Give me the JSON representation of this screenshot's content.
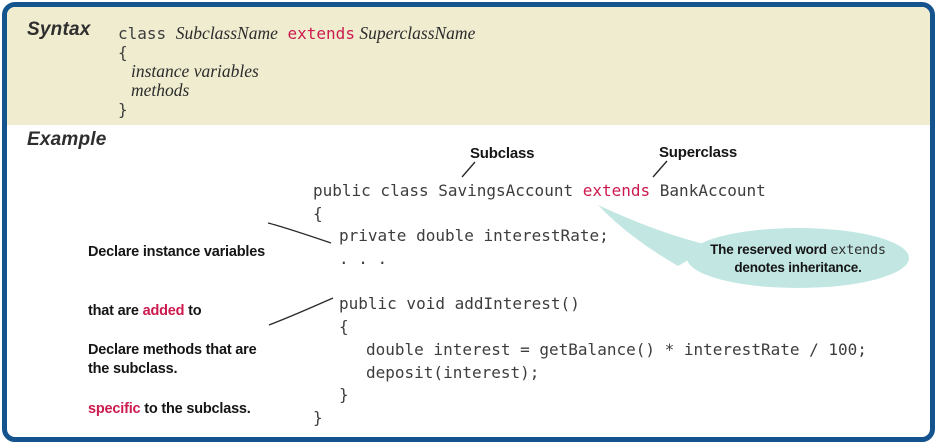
{
  "colors": {
    "frame_border": "#15538f",
    "syntax_panel_background": "#efecd0",
    "keyword_red": "#cc1a4e",
    "bubble_teal": "#c2e7e3",
    "code_text": "#3d3d3d"
  },
  "syntax_panel": {
    "label": "Syntax",
    "code": {
      "kw_class": "class ",
      "subclass_placeholder": "SubclassName",
      "separator": " ",
      "kw_extends": "extends",
      "superclass_placeholder": " SuperclassName",
      "open_brace": "{",
      "body_instance_variables": "instance variables",
      "body_methods": "methods",
      "close_brace": "}"
    }
  },
  "example_panel": {
    "label": "Example",
    "pointer_labels": {
      "subclass": "Subclass",
      "superclass": "Superclass"
    },
    "code": {
      "class_line_pre": "public class SavingsAccount ",
      "class_line_keyword": "extends",
      "class_line_post": " BankAccount",
      "open_brace": "{",
      "field_declaration": "private double interestRate;",
      "ellipsis": ". . .",
      "blank": " ",
      "method_signature": "public void addInterest()",
      "method_open_brace": "{",
      "statement_1": "double interest = getBalance() * interestRate / 100;",
      "statement_2": "deposit(interest);",
      "method_close_brace": "}",
      "class_close_brace": "}"
    },
    "annotation_instance_variables": {
      "line1": "Declare instance variables",
      "line2_pre": "that are ",
      "line2_highlight": "added",
      "line2_post": " to",
      "line3": "the subclass."
    },
    "annotation_methods": {
      "line1": "Declare methods that are",
      "line2_highlight": "specific",
      "line2_post": " to the subclass."
    },
    "speech_bubble": {
      "line1_pre": "The reserved word ",
      "line1_code": "extends",
      "line2": "denotes inheritance."
    }
  }
}
